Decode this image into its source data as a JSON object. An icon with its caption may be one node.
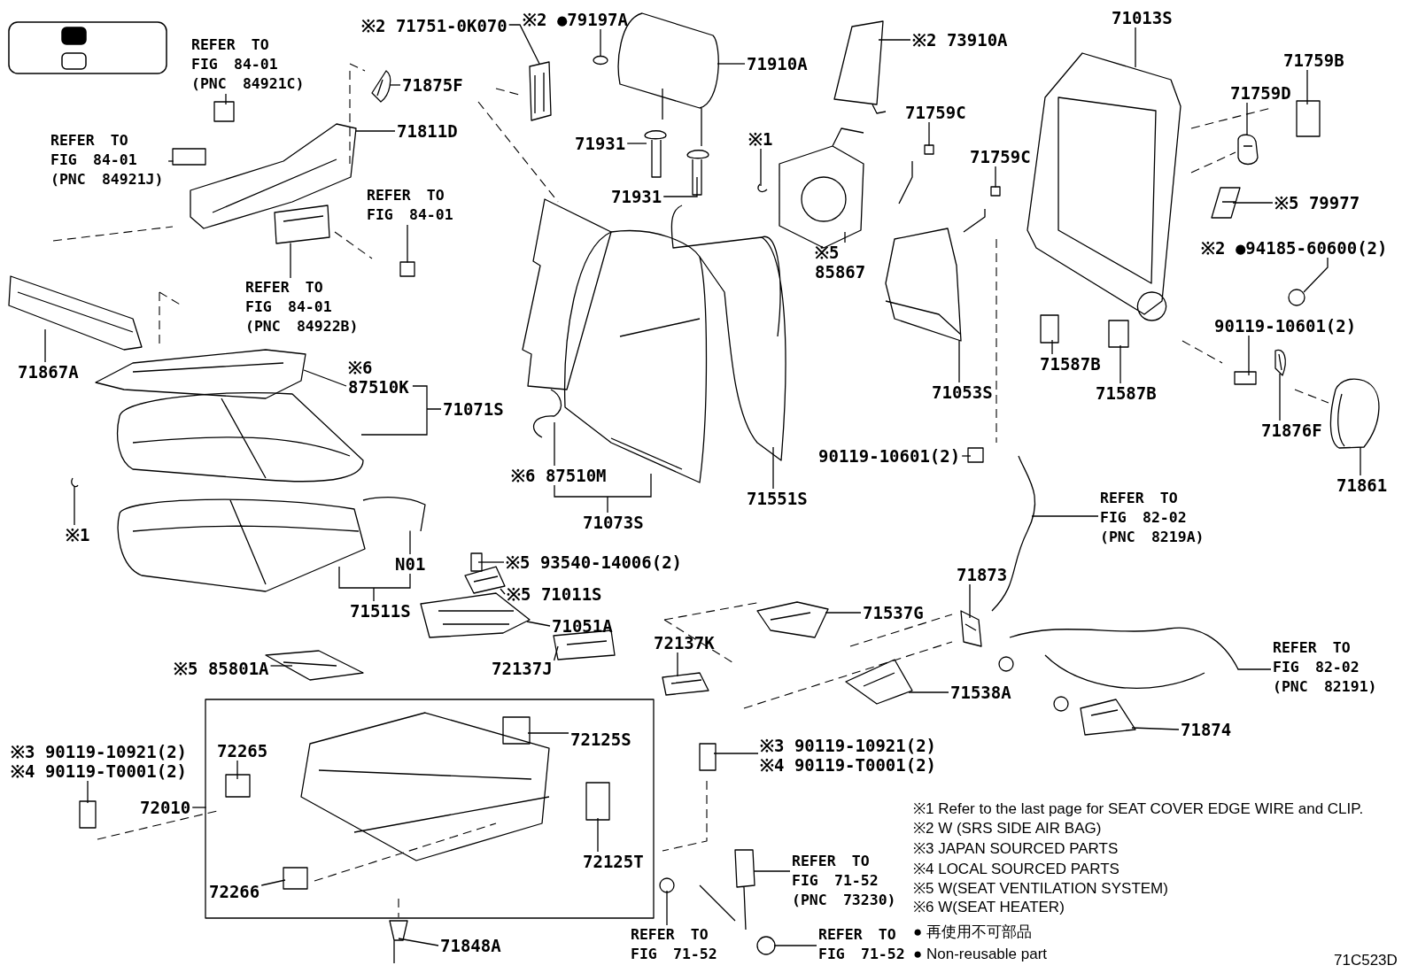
{
  "diagram": {
    "nodes": [
      {
        "text": [
          "※2 71751-0K070"
        ]
      },
      {
        "text": [
          "※2 ●79197A"
        ]
      },
      {
        "text": [
          "71910A"
        ]
      },
      {
        "text": [
          "REFER TO FIG 84-01 (PNC 84921C)"
        ]
      },
      {
        "text": [
          "REFER TO FIG 84-01 (PNC 84921J)"
        ]
      },
      {
        "text": [
          "71875F"
        ]
      },
      {
        "text": [
          "71811D"
        ]
      },
      {
        "text": [
          "REFER TO FIG 84-01"
        ]
      },
      {
        "text": [
          "REFER TO FIG 84-01 (PNC 84922B)"
        ]
      },
      {
        "text": [
          "71867A"
        ]
      },
      {
        "text": [
          "※6 87510K"
        ]
      },
      {
        "text": [
          "71071S"
        ]
      },
      {
        "text": [
          "※1"
        ]
      },
      {
        "text": [
          "71511S"
        ]
      },
      {
        "text": [
          "N01"
        ]
      },
      {
        "text": [
          "※6 87510M"
        ]
      },
      {
        "text": [
          "71073S"
        ]
      },
      {
        "text": [
          "71551S"
        ]
      },
      {
        "text": [
          "※1"
        ]
      },
      {
        "text": [
          "※2 73910A"
        ]
      },
      {
        "text": [
          "71759C"
        ]
      },
      {
        "text": [
          "71759C"
        ]
      },
      {
        "text": [
          "※5 85867"
        ]
      },
      {
        "text": [
          "71931"
        ]
      },
      {
        "text": [
          "71931"
        ]
      },
      {
        "text": [
          "71013S"
        ]
      },
      {
        "text": [
          "71759B"
        ]
      },
      {
        "text": [
          "71759D"
        ]
      },
      {
        "text": [
          "※5 79977"
        ]
      },
      {
        "text": [
          "※2 ●94185-60600(2)"
        ]
      },
      {
        "text": [
          "90119-10601(2)"
        ]
      },
      {
        "text": [
          "71587B"
        ]
      },
      {
        "text": [
          "71587B"
        ]
      },
      {
        "text": [
          "71053S"
        ]
      },
      {
        "text": [
          "71876F"
        ]
      },
      {
        "text": [
          "71861"
        ]
      },
      {
        "text": [
          "90119-10601(2)"
        ]
      },
      {
        "text": [
          "REFER TO FIG 82-02 (PNC 8219A)"
        ]
      },
      {
        "text": [
          "71873"
        ]
      },
      {
        "text": [
          "71537G"
        ]
      },
      {
        "text": [
          "72137K"
        ]
      },
      {
        "text": [
          "71538A"
        ]
      },
      {
        "text": [
          "REFER TO FIG 82-02 (PNC 82191)"
        ]
      },
      {
        "text": [
          "71874"
        ]
      },
      {
        "text": [
          "※5 93540-14006(2)"
        ]
      },
      {
        "text": [
          "※5 71011S"
        ]
      },
      {
        "text": [
          "71051A"
        ]
      },
      {
        "text": [
          "72137J"
        ]
      },
      {
        "text": [
          "※5 85801A"
        ]
      },
      {
        "text": [
          "72125S"
        ],
        "in": 60
      },
      {
        "text": [
          "※3 90119-10921(2)",
          "※4 90119-T0001(2)"
        ]
      },
      {
        "text": [
          "72265"
        ],
        "in": 60
      },
      {
        "text": [
          "72010"
        ]
      },
      {
        "text": [
          "※3 90119-10921(2)",
          "※4 90119-T0001(2)"
        ]
      },
      {
        "text": [
          "72125T"
        ],
        "in": 60
      },
      {
        "text": [
          "72266"
        ],
        "in": 60
      },
      {
        "text": [
          "71848A"
        ]
      },
      {
        "text": [
          "REFER TO FIG 71-52 (PNC 73230)"
        ]
      },
      {
        "text": [
          "REFER TO FIG 71-52"
        ]
      },
      {
        "text": [
          "REFER TO FIG 71-52"
        ]
      },
      {
        "text": [],
        "shape": "box"
      },
      {
        "text": [],
        "shape": "picture"
      },
      {
        "text": [],
        "shape": "circle"
      },
      {
        "text": [],
        "shape": "picture"
      },
      {
        "text": [],
        "shape": "box"
      },
      {
        "text": [],
        "shape": "box"
      },
      {
        "text": [],
        "shape": "picture"
      },
      {
        "text": [],
        "shape": "picture"
      },
      {
        "text": [],
        "shape": "box"
      },
      {
        "text": [],
        "shape": "picture"
      },
      {
        "text": [],
        "shape": "picture"
      },
      {
        "text": [],
        "shape": "picture"
      },
      {
        "text": [],
        "shape": "picture"
      },
      {
        "text": [],
        "shape": "picture"
      },
      {
        "text": [],
        "shape": "picture"
      },
      {
        "text": [],
        "shape": "picture"
      },
      {
        "text": [],
        "shape": "picture"
      },
      {
        "text": [],
        "shape": "picture"
      },
      {
        "text": [],
        "shape": "picture"
      },
      {
        "text": [],
        "shape": "picture"
      },
      {
        "text": [],
        "shape": "picture"
      },
      {
        "text": [],
        "shape": "box"
      },
      {
        "text": [],
        "shape": "box"
      },
      {
        "text": [],
        "shape": "picture"
      },
      {
        "text": [],
        "shape": "picture"
      },
      {
        "text": [],
        "shape": "picture"
      },
      {
        "text": [],
        "shape": "picture"
      },
      {
        "text": [],
        "shape": "box"
      },
      {
        "text": [],
        "shape": "picture"
      },
      {
        "text": [],
        "shape": "picture"
      },
      {
        "text": [],
        "shape": "circle"
      },
      {
        "text": [],
        "shape": "box"
      },
      {
        "text": [],
        "shape": "box"
      },
      {
        "text": [],
        "shape": "box"
      },
      {
        "text": [],
        "shape": "picture"
      },
      {
        "text": [],
        "shape": "picture"
      },
      {
        "text": [],
        "shape": "picture"
      },
      {
        "text": [],
        "shape": "box"
      },
      {
        "text": [],
        "shape": "picture"
      },
      {
        "text": [],
        "shape": "picture"
      },
      {
        "text": [],
        "shape": "picture"
      },
      {
        "text": [],
        "shape": "picture"
      },
      {
        "text": [],
        "shape": "picture"
      },
      {
        "text": [],
        "shape": "picture"
      },
      {
        "text": [],
        "shape": "picture"
      },
      {
        "text": [],
        "shape": "box"
      },
      {
        "text": [],
        "shape": "picture"
      },
      {
        "text": [],
        "shape": "picture"
      },
      {
        "text": [],
        "shape": "picture"
      },
      {
        "text": [],
        "shape": "picture"
      },
      {
        "text": [],
        "shape": "box",
        "in": 60
      },
      {
        "text": [],
        "shape": "box"
      },
      {
        "text": [],
        "shape": "box",
        "in": 60
      },
      {
        "text": [],
        "shape": "box"
      },
      {
        "text": [],
        "shape": "box",
        "in": 60
      },
      {
        "text": [],
        "shape": "box",
        "in": 60
      },
      {
        "text": [],
        "shape": "picture"
      },
      {
        "text": [],
        "shape": "picture"
      },
      {
        "text": [],
        "shape": "circle"
      },
      {
        "text": [],
        "shape": "circle"
      }
    ],
    "edges": [
      {
        "from": 0,
        "to": 61,
        "arrow": "none"
      },
      {
        "from": 1,
        "to": 62,
        "arrow": "none"
      },
      {
        "from": 2,
        "to": 63,
        "arrow": "none"
      },
      {
        "from": 3,
        "to": 64,
        "arrow": "none"
      },
      {
        "from": 4,
        "to": 65,
        "arrow": "none"
      },
      {
        "from": 5,
        "to": 66,
        "arrow": "none"
      },
      {
        "from": 6,
        "to": 67,
        "arrow": "none"
      },
      {
        "from": 7,
        "to": 68,
        "arrow": "none"
      },
      {
        "from": 8,
        "to": 69,
        "arrow": "none"
      },
      {
        "from": 9,
        "to": 70,
        "arrow": "none"
      },
      {
        "from": 10,
        "to": 71,
        "arrow": "none"
      },
      {
        "from": 11,
        "to": 72,
        "arrow": "none"
      },
      {
        "from": 12,
        "to": 73,
        "arrow": "none"
      },
      {
        "from": 13,
        "to": 74,
        "arrow": "none"
      },
      {
        "from": 14,
        "to": 75,
        "arrow": "none"
      },
      {
        "from": 15,
        "to": 76,
        "arrow": "none"
      },
      {
        "from": 16,
        "to": 77,
        "arrow": "none"
      },
      {
        "from": 17,
        "to": 78,
        "arrow": "none"
      },
      {
        "from": 18,
        "to": 79,
        "arrow": "none"
      },
      {
        "from": 19,
        "to": 80,
        "arrow": "none"
      },
      {
        "from": 20,
        "to": 81,
        "arrow": "none"
      },
      {
        "from": 21,
        "to": 82,
        "arrow": "none"
      },
      {
        "from": 22,
        "to": 83,
        "arrow": "none"
      },
      {
        "from": 23,
        "to": 84,
        "arrow": "none"
      },
      {
        "from": 24,
        "to": 85,
        "arrow": "none"
      },
      {
        "from": 25,
        "to": 86,
        "arrow": "none"
      },
      {
        "from": 26,
        "to": 87,
        "arrow": "none"
      },
      {
        "from": 27,
        "to": 88,
        "arrow": "none"
      },
      {
        "from": 28,
        "to": 89,
        "arrow": "none"
      },
      {
        "from": 29,
        "to": 90,
        "arrow": "none"
      },
      {
        "from": 30,
        "to": 91,
        "arrow": "none"
      },
      {
        "from": 31,
        "to": 92,
        "arrow": "none"
      },
      {
        "from": 32,
        "to": 93,
        "arrow": "none"
      },
      {
        "from": 33,
        "to": 94,
        "arrow": "none"
      },
      {
        "from": 34,
        "to": 95,
        "arrow": "none"
      },
      {
        "from": 35,
        "to": 96,
        "arrow": "none"
      },
      {
        "from": 36,
        "to": 97,
        "arrow": "none"
      },
      {
        "from": 37,
        "to": 98,
        "arrow": "none"
      },
      {
        "from": 38,
        "to": 99,
        "arrow": "none"
      },
      {
        "from": 39,
        "to": 100,
        "arrow": "none"
      },
      {
        "from": 40,
        "to": 101,
        "arrow": "none"
      },
      {
        "from": 41,
        "to": 102,
        "arrow": "none"
      },
      {
        "from": 42,
        "to": 103,
        "arrow": "none"
      },
      {
        "from": 43,
        "to": 104,
        "arrow": "none"
      },
      {
        "from": 44,
        "to": 105,
        "arrow": "none"
      },
      {
        "from": 45,
        "to": 106,
        "arrow": "none"
      },
      {
        "from": 46,
        "to": 107,
        "arrow": "none"
      },
      {
        "from": 47,
        "to": 108,
        "arrow": "none"
      },
      {
        "from": 48,
        "to": 109,
        "arrow": "none"
      },
      {
        "from": 49,
        "to": 110,
        "arrow": "none"
      },
      {
        "from": 50,
        "to": 111,
        "arrow": "none"
      },
      {
        "from": 51,
        "to": 112,
        "arrow": "none"
      },
      {
        "from": 52,
        "to": 60,
        "arrow": "none"
      },
      {
        "from": 53,
        "to": 113,
        "arrow": "none"
      },
      {
        "from": 54,
        "to": 114,
        "arrow": "none"
      },
      {
        "from": 55,
        "to": 115,
        "arrow": "none"
      },
      {
        "from": 56,
        "to": 116,
        "arrow": "none"
      },
      {
        "from": 57,
        "to": 117,
        "arrow": "none"
      },
      {
        "from": 58,
        "to": 118,
        "arrow": "none"
      },
      {
        "from": 59,
        "to": 119,
        "arrow": "none"
      },
      {
        "from": 11,
        "to": 10,
        "arrow": "none"
      },
      {
        "from": 13,
        "to": 14,
        "arrow": "none"
      },
      {
        "from": 16,
        "to": 15,
        "arrow": "none"
      }
    ],
    "labels": [
      "※1 Refer to the last page for SEAT COVER EDGE WIRE and CLIP.",
      "※2 W (SRS SIDE AIR BAG)",
      "※3 JAPAN SOURCED PARTS",
      "※4 LOCAL SOURCED PARTS",
      "※5 W(SEAT VENTILATION SYSTEM)",
      "※6 W(SEAT HEATER)",
      "● 再使用不可部品",
      "● Non-reusable part",
      "71C523D"
    ]
  }
}
